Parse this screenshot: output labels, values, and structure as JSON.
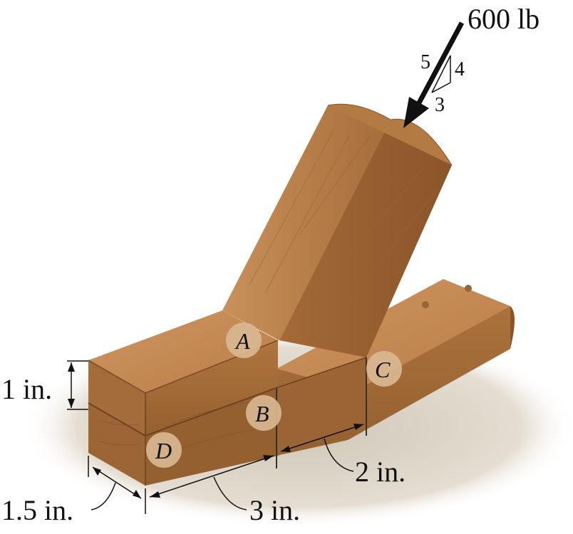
{
  "force": {
    "label": "600 lb",
    "slope": {
      "hyp": "5",
      "rise": "4",
      "run": "3"
    }
  },
  "points": {
    "A": "A",
    "B": "B",
    "C": "C",
    "D": "D"
  },
  "dimensions": {
    "height": "1 in.",
    "width": "1.5 in.",
    "length_3": "3 in.",
    "length_2": "2 in."
  },
  "colors": {
    "wood_top": "#c48a52",
    "wood_front": "#a86d3d",
    "wood_side": "#8f5a2f",
    "wood_dark": "#7a4a26",
    "shadow": "#d9d2c6",
    "marker": "#d9b991"
  }
}
